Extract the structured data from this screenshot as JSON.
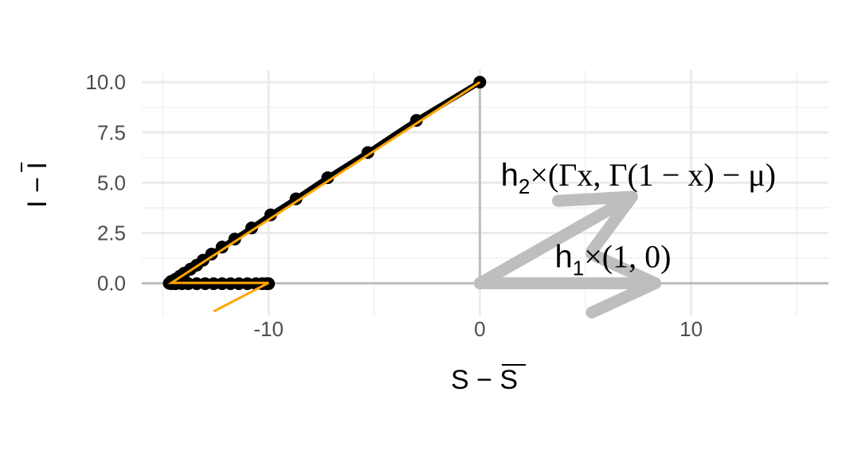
{
  "chart_data": {
    "type": "scatter",
    "xlim": [
      -16.0,
      16.5
    ],
    "ylim": [
      -1.6,
      10.6
    ],
    "x_ticks": [
      -10,
      0,
      10
    ],
    "x_tick_labels": [
      "-10",
      "0",
      "10"
    ],
    "y_ticks": [
      0.0,
      2.5,
      5.0,
      7.5,
      10.0
    ],
    "y_tick_labels": [
      "0.0",
      "2.5",
      "5.0",
      "7.5",
      "10.0"
    ],
    "x_minor": [
      -15,
      -5,
      5,
      15
    ],
    "y_minor": [
      1.25,
      3.75,
      6.25,
      8.75
    ],
    "grid": true,
    "reference_lines": {
      "x": 0,
      "y": 0
    },
    "xlabel": {
      "main": "S",
      "op": " − ",
      "bar": "S"
    },
    "ylabel": {
      "main": "I",
      "op": " − ",
      "bar": "I"
    },
    "series": [
      {
        "type": "points",
        "color": "#000000",
        "x": [
          0,
          -3.0,
          -5.3,
          -7.2,
          -8.7,
          -9.9,
          -10.8,
          -11.6,
          -12.2,
          -12.7,
          -13.1,
          -13.4,
          -13.7,
          -14.0,
          -14.2,
          -14.4,
          -14.6,
          -14.7,
          -14.6,
          -14.4,
          -14.1,
          -13.8,
          -13.4,
          -13.0,
          -12.6,
          -12.2,
          -11.8,
          -11.4,
          -11.0,
          -10.6,
          -10.3,
          -10.1,
          -10.0
        ],
        "y": [
          10.0,
          8.1,
          6.5,
          5.25,
          4.2,
          3.4,
          2.75,
          2.2,
          1.8,
          1.45,
          1.15,
          0.9,
          0.7,
          0.5,
          0.35,
          0.2,
          0.1,
          0.0,
          -0.02,
          -0.02,
          -0.02,
          -0.02,
          -0.02,
          -0.02,
          -0.02,
          -0.02,
          -0.02,
          -0.02,
          -0.02,
          -0.02,
          -0.02,
          -0.02,
          -0.02
        ]
      },
      {
        "type": "path",
        "color": "#000000",
        "x": [
          0,
          -3.0,
          -5.3,
          -7.2,
          -8.7,
          -9.9,
          -10.8,
          -11.6,
          -12.2,
          -12.7,
          -13.1,
          -13.4,
          -13.7,
          -14.0,
          -14.2,
          -14.4,
          -14.6,
          -14.7,
          -14.6,
          -14.4,
          -14.1,
          -13.8,
          -13.4,
          -13.0,
          -12.6,
          -12.2,
          -11.8,
          -11.4,
          -11.0,
          -10.6,
          -10.3,
          -10.1,
          -10.0
        ],
        "y": [
          10.0,
          8.1,
          6.5,
          5.25,
          4.2,
          3.4,
          2.75,
          2.2,
          1.8,
          1.45,
          1.15,
          0.9,
          0.7,
          0.5,
          0.35,
          0.2,
          0.1,
          0.0,
          -0.02,
          -0.02,
          -0.02,
          -0.02,
          -0.02,
          -0.02,
          -0.02,
          -0.02,
          -0.02,
          -0.02,
          -0.02,
          -0.02,
          -0.02,
          -0.02,
          -0.02
        ]
      },
      {
        "type": "line",
        "color": "#FFA500",
        "x": [
          0,
          -14.6,
          -10.0,
          -12.6
        ],
        "y": [
          10.0,
          0.02,
          0.02,
          -1.4
        ]
      }
    ],
    "arrows": [
      {
        "color": "#BEBEBE",
        "x": [
          0,
          8.3
        ],
        "y": [
          0,
          0
        ]
      },
      {
        "color": "#BEBEBE",
        "x": [
          0,
          7.2
        ],
        "y": [
          0,
          4.3
        ]
      }
    ],
    "arrow_heads": [
      {
        "color": "#BEBEBE",
        "tip": [
          8.3,
          0
        ],
        "ends": [
          [
            5.3,
            -1.45
          ],
          [
            5.3,
            1.45
          ]
        ]
      },
      {
        "color": "#BEBEBE",
        "tip": [
          7.2,
          4.3
        ],
        "ends": [
          [
            3.7,
            4.1
          ],
          [
            5.3,
            1.6
          ]
        ]
      }
    ],
    "annotations": [
      {
        "parts": [
          "h",
          "1",
          "×(1, 0)"
        ],
        "x": 6.3,
        "y": 0.8
      },
      {
        "parts": [
          "h",
          "2",
          "×(Γx, Γ(1 − x) − μ)"
        ],
        "x": 7.5,
        "y": 4.85
      }
    ]
  }
}
